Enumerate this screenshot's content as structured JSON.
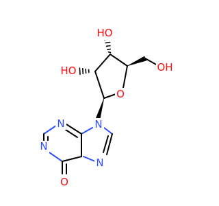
{
  "molecule": {
    "atoms": {
      "oh_top": {
        "text": "HO",
        "color": "#ff0d0d"
      },
      "oh_left": {
        "text": "HO",
        "color": "#ff0d0d"
      },
      "oh_right": {
        "text": "OH",
        "color": "#ff0d0d"
      },
      "ring_o": {
        "text": "O",
        "color": "#ff0d0d"
      },
      "n9": {
        "text": "N",
        "color": "#3050f8"
      },
      "n3": {
        "text": "N",
        "color": "#3050f8"
      },
      "n1": {
        "text": "N",
        "color": "#3050f8"
      },
      "n7": {
        "text": "N",
        "color": "#3050f8"
      },
      "carbonyl_o": {
        "text": "O",
        "color": "#ff0d0d"
      }
    },
    "bond_color": "#000000"
  }
}
